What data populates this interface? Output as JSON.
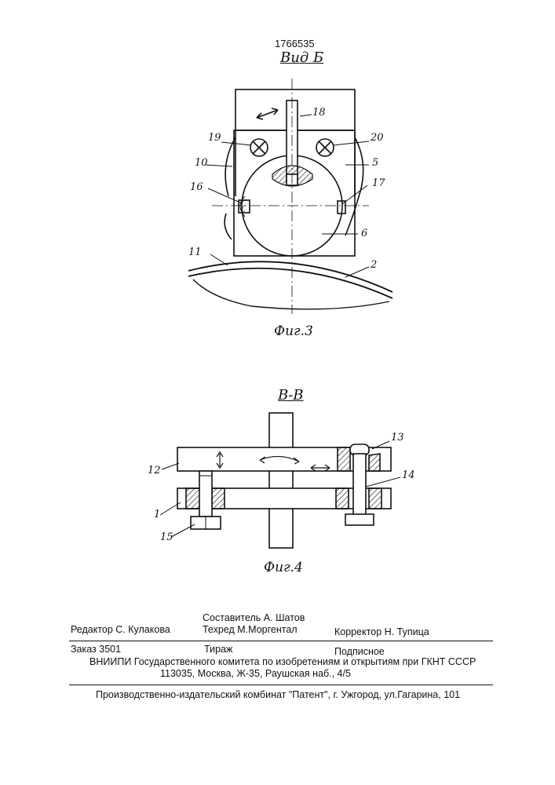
{
  "patent_number": "1766535",
  "fig3": {
    "view_title": "Вид Б",
    "caption": "Фиг.3",
    "labels": {
      "l18": "18",
      "l19": "19",
      "l20": "20",
      "l10": "10",
      "l5": "5",
      "l16": "16",
      "l17": "17",
      "l6": "6",
      "l11": "11",
      "l2": "2"
    }
  },
  "fig4": {
    "section_title": "В-В",
    "caption": "Фиг.4",
    "labels": {
      "l13": "13",
      "l12": "12",
      "l14": "14",
      "l1": "1",
      "l15": "15"
    }
  },
  "footer": {
    "editor": "Редактор  С. Кулакова",
    "compiler": "Составитель А. Шатов",
    "techred": "Техред М.Моргентал",
    "corrector": "Корректор  Н. Тупица",
    "order": "Заказ  3501",
    "circulation": "Тираж",
    "subscription": "Подписное",
    "vniipi": "ВНИИПИ Государственного комитета по изобретениям и открытиям при ГКНТ СССР",
    "address": "113035, Москва, Ж-35, Раушская наб., 4/5",
    "publisher": "Производственно-издательский комбинат \"Патент\", г. Ужгород, ул.Гагарина, 101"
  }
}
